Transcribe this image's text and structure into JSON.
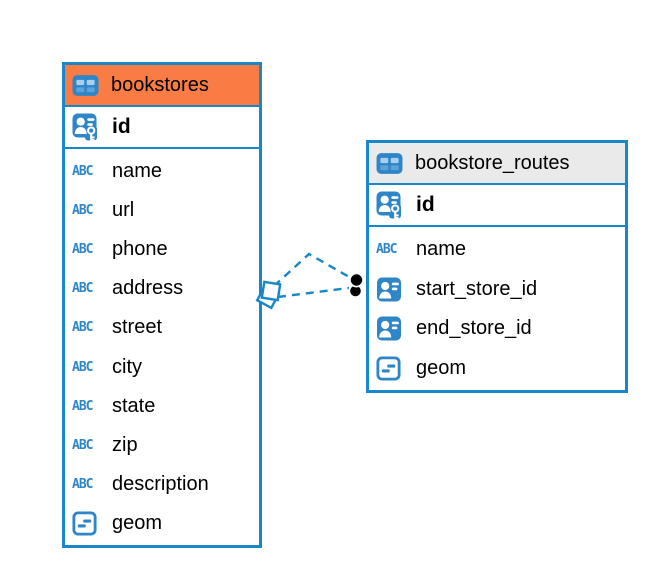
{
  "diagram": {
    "abc_label": "ABC",
    "tables": [
      {
        "name": "bookstores",
        "header_style": "orange",
        "primary_key": {
          "name": "id",
          "type": "primary-key"
        },
        "columns": [
          {
            "name": "name",
            "type": "text"
          },
          {
            "name": "url",
            "type": "text"
          },
          {
            "name": "phone",
            "type": "text"
          },
          {
            "name": "address",
            "type": "text"
          },
          {
            "name": "street",
            "type": "text"
          },
          {
            "name": "city",
            "type": "text"
          },
          {
            "name": "state",
            "type": "text"
          },
          {
            "name": "zip",
            "type": "text"
          },
          {
            "name": "description",
            "type": "text"
          },
          {
            "name": "geom",
            "type": "geometry"
          }
        ]
      },
      {
        "name": "bookstore_routes",
        "header_style": "gray",
        "primary_key": {
          "name": "id",
          "type": "primary-key"
        },
        "columns": [
          {
            "name": "name",
            "type": "text"
          },
          {
            "name": "start_store_id",
            "type": "reference"
          },
          {
            "name": "end_store_id",
            "type": "reference"
          },
          {
            "name": "geom",
            "type": "geometry"
          }
        ]
      }
    ],
    "relationship": {
      "between": [
        "bookstores",
        "bookstore_routes"
      ],
      "line_style": "dashed",
      "line_count": 2,
      "source_endpoint_shape": "stacked-squares",
      "target_endpoint_shape": "stacked-dots"
    },
    "colors": {
      "accent_blue": "#1787C8",
      "icon_blue": "#2E86C8",
      "bookstores_header": "#F87C44",
      "routes_header": "#EAEAEA",
      "text": "#000000"
    }
  }
}
